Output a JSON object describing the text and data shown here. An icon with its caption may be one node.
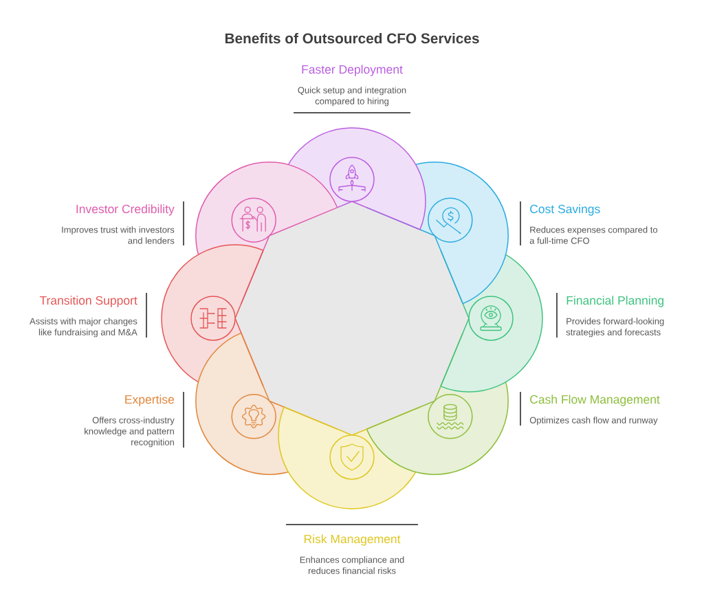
{
  "diagram": {
    "title": "Benefits of Outsourced CFO Services",
    "nodes": [
      {
        "text": [
          "Faster Deployment",
          "Quick setup and integration compared to hiring"
        ]
      },
      {
        "text": [
          "Investor Credibility",
          "Improves trust with investors and lenders"
        ]
      },
      {
        "text": [
          "Cost Savings",
          "Reduces expenses compared to a full-time CFO"
        ]
      },
      {
        "text": [
          "Transition Support",
          "Assists with major changes like fundraising and M&A"
        ]
      },
      {
        "text": [
          "Financial Planning",
          "Provides forward-looking strategies and forecasts"
        ]
      },
      {
        "text": [
          "Expertise",
          "Offers cross-industry knowledge and pattern recognition"
        ]
      },
      {
        "text": [
          "Cash Flow Management",
          "Optimizes cash flow and runway"
        ]
      },
      {
        "text": [
          "Risk Management",
          "Enhances compliance and reduces financial risks"
        ]
      }
    ]
  }
}
